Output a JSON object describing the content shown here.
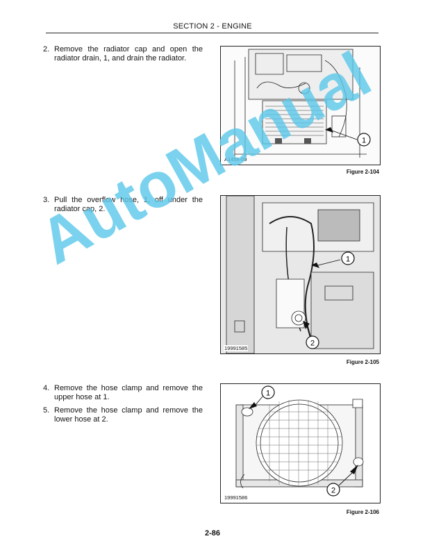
{
  "header": {
    "section": "SECTION 2 - ENGINE"
  },
  "steps": [
    {
      "num": "2.",
      "text": "Remove the radiator cap and open the radiator drain, 1, and drain the radiator."
    },
    {
      "num": "3.",
      "text": "Pull the overflow hose, 1, off under the radiator cap, 2."
    },
    {
      "num": "4.",
      "text": "Remove the hose clamp and remove the upper hose at 1."
    },
    {
      "num": "5.",
      "text": "Remove the hose clamp and remove the lower hose at 2."
    }
  ],
  "figures": [
    {
      "code": "A1456-09",
      "caption": "Figure 2-104",
      "callouts": [
        "1"
      ]
    },
    {
      "code": "19991585",
      "caption": "Figure 2-105",
      "callouts": [
        "1",
        "2"
      ]
    },
    {
      "code": "19991586",
      "caption": "Figure 2-106",
      "callouts": [
        "1",
        "2"
      ]
    }
  ],
  "page_number": "2-86",
  "watermark": "AutoManual"
}
